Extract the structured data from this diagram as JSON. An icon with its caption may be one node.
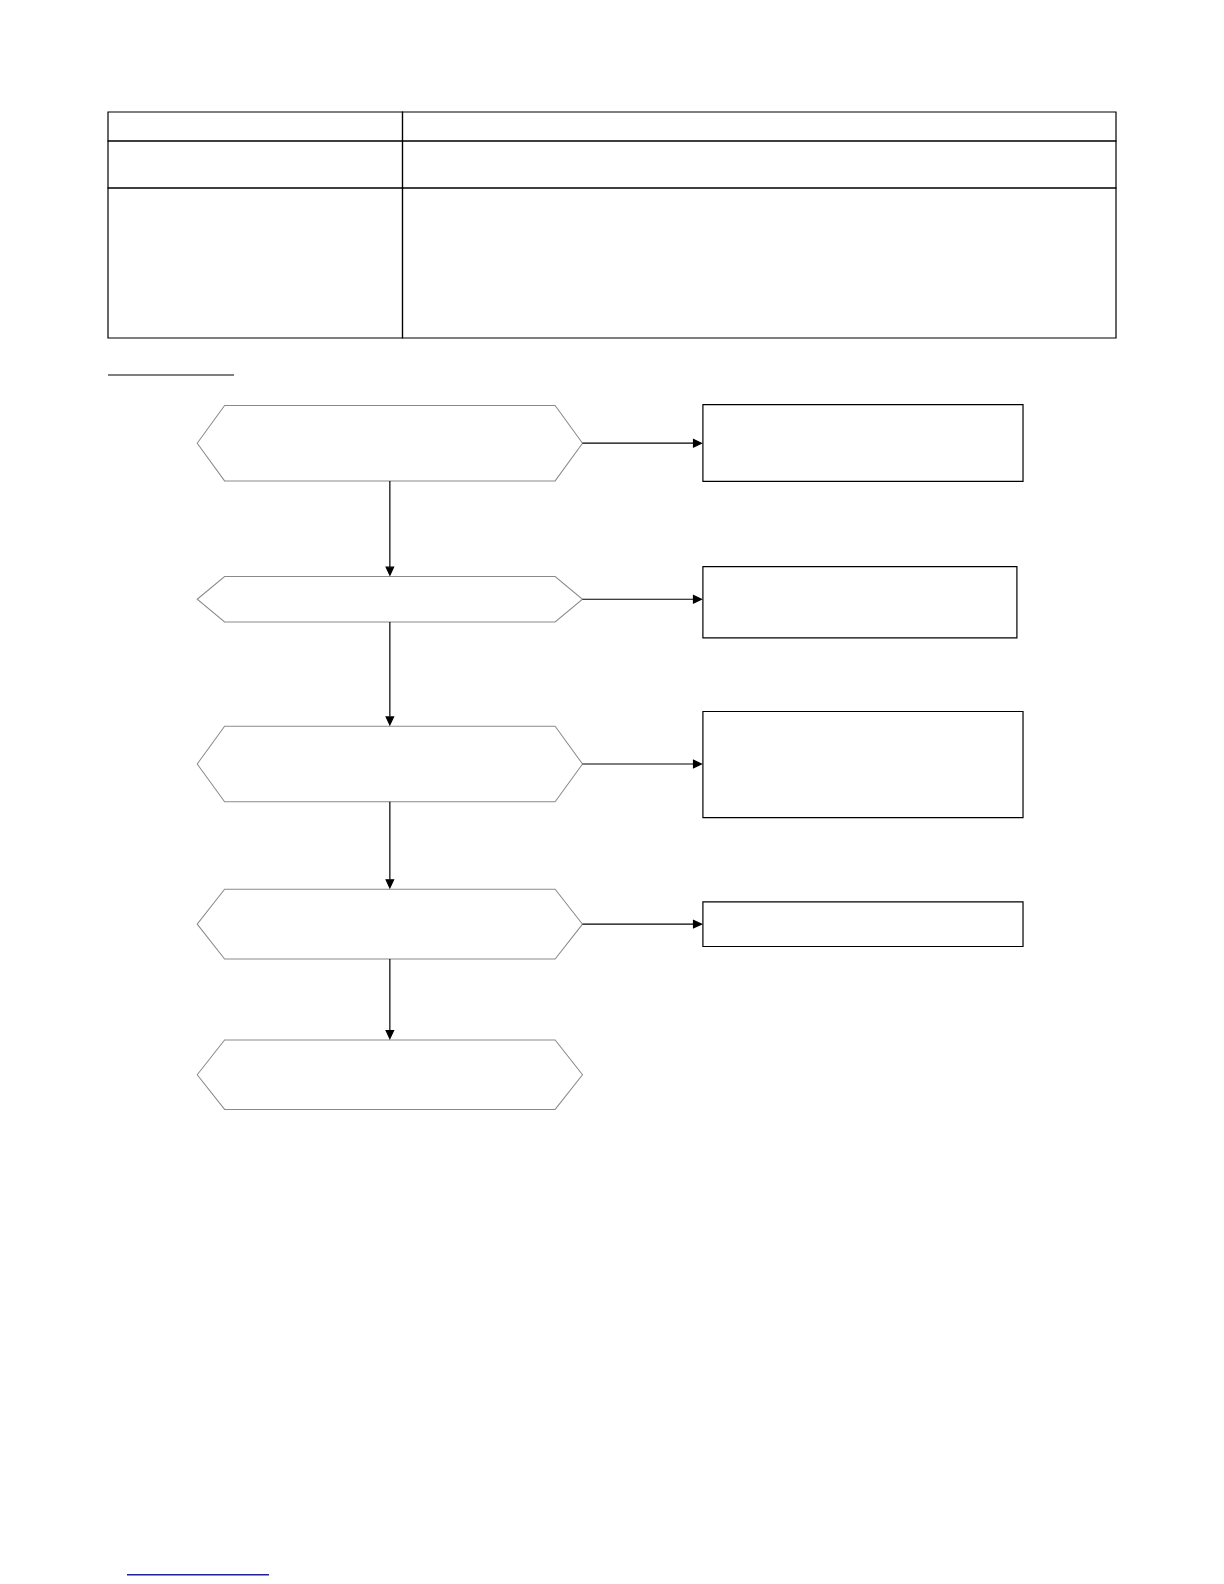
{
  "diagram": {
    "nodes": [
      {
        "text": [],
        "shape": "hexagon"
      },
      {
        "text": [],
        "shape": "box"
      },
      {
        "text": [],
        "shape": "hexagon"
      },
      {
        "text": [],
        "shape": "box"
      },
      {
        "text": [],
        "shape": "hexagon"
      },
      {
        "text": [],
        "shape": "box"
      },
      {
        "text": [],
        "shape": "hexagon"
      },
      {
        "text": [],
        "shape": "box"
      },
      {
        "text": [],
        "shape": "hexagon"
      }
    ],
    "edges": [
      {
        "from": 0,
        "to": 1,
        "arrow": "to"
      },
      {
        "from": 0,
        "to": 2,
        "arrow": "to"
      },
      {
        "from": 2,
        "to": 3,
        "arrow": "to"
      },
      {
        "from": 2,
        "to": 4,
        "arrow": "to"
      },
      {
        "from": 4,
        "to": 5,
        "arrow": "to"
      },
      {
        "from": 4,
        "to": 6,
        "arrow": "to"
      },
      {
        "from": 6,
        "to": 7,
        "arrow": "to"
      },
      {
        "from": 6,
        "to": 8,
        "arrow": "to"
      }
    ]
  }
}
